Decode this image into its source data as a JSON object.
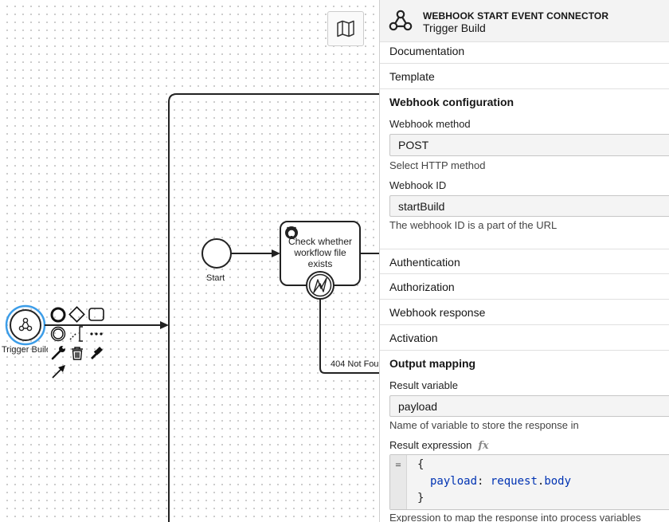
{
  "canvas": {
    "minimap_icon": "map-icon",
    "start_event_label": "Start",
    "task": {
      "line1": "Check whether",
      "line2": "workflow file",
      "line3": "exists",
      "marker_icon": "github-icon",
      "boundary_icon": "lightning-error-icon"
    },
    "trigger_label": "Trigger Build",
    "trigger_icon": "webhook-icon",
    "sequence_flow_label": "404 Not Fou",
    "context_pad": [
      "end-event-icon",
      "gateway-icon",
      "task-icon",
      "intermediate-event-icon",
      "text-annotation-icon",
      "more-icon",
      "wrench-icon",
      "trash-icon",
      "color-picker-icon",
      "connect-arrow-icon"
    ]
  },
  "panel": {
    "header": {
      "icon": "webhook-icon",
      "type": "WEBHOOK START EVENT CONNECTOR",
      "name": "Trigger Build"
    },
    "groups_top": [
      "Documentation",
      "Template"
    ],
    "webhook_config": {
      "title": "Webhook configuration",
      "method_label": "Webhook method",
      "method_value": "POST",
      "method_desc": "Select HTTP method",
      "id_label": "Webhook ID",
      "id_value": "startBuild",
      "id_desc": "The webhook ID is a part of the URL"
    },
    "groups_mid": [
      "Authentication",
      "Authorization",
      "Webhook response",
      "Activation"
    ],
    "output_mapping": {
      "title": "Output mapping",
      "result_var_label": "Result variable",
      "result_var_value": "payload",
      "result_var_desc": "Name of variable to store the response in",
      "result_expr_label": "Result expression",
      "fx_label": "fx",
      "gutter_symbol": "=",
      "expr_line1": "{",
      "expr_key": "payload",
      "expr_colon": ": ",
      "expr_obj": "request",
      "expr_dot": ".",
      "expr_prop": "body",
      "expr_line3": "}",
      "result_expr_desc": "Expression to map the response into process variables"
    }
  }
}
